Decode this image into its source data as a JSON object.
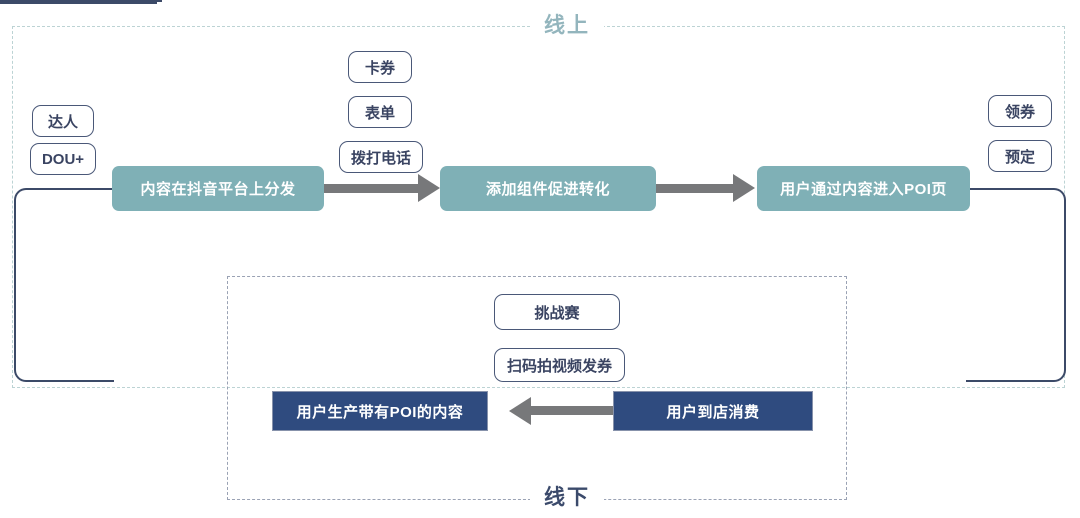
{
  "diagram": {
    "title_online": "线上",
    "title_offline": "线下",
    "colors": {
      "teal_box": "#7fb0b6",
      "navy_box": "#2f4b7f",
      "arrow_gray": "#77787a",
      "online_dash": "#bcd3d4",
      "offline_dash": "#9aa2b4",
      "pill_border": "#4a5878",
      "online_title": "#93b5bd",
      "offline_title": "#3b4a6b"
    },
    "process_boxes": [
      {
        "id": "distribute",
        "label": "内容在抖音平台上分发",
        "style": "teal"
      },
      {
        "id": "component",
        "label": "添加组件促进转化",
        "style": "teal"
      },
      {
        "id": "poi",
        "label": "用户通过内容进入POI页",
        "style": "teal"
      },
      {
        "id": "ugc",
        "label": "用户生产带有POI的内容",
        "style": "navy"
      },
      {
        "id": "consume",
        "label": "用户到店消费",
        "style": "navy"
      }
    ],
    "pills": {
      "input_sources": [
        {
          "id": "daren",
          "label": "达人"
        },
        {
          "id": "douplus",
          "label": "DOU+"
        }
      ],
      "components": [
        {
          "id": "card",
          "label": "卡券"
        },
        {
          "id": "form",
          "label": "表单"
        },
        {
          "id": "call",
          "label": "拨打电话"
        }
      ],
      "poi_actions": [
        {
          "id": "coupon",
          "label": "领券"
        },
        {
          "id": "reserve",
          "label": "预定"
        }
      ],
      "offline_actions": [
        {
          "id": "challenge",
          "label": "挑战赛"
        },
        {
          "id": "scan",
          "label": "扫码拍视频发券"
        }
      ]
    },
    "arrows": [
      {
        "id": "arrow-distribute-to-component",
        "direction": "right"
      },
      {
        "id": "arrow-component-to-poi",
        "direction": "right"
      },
      {
        "id": "arrow-consume-to-ugc",
        "direction": "left"
      }
    ]
  }
}
